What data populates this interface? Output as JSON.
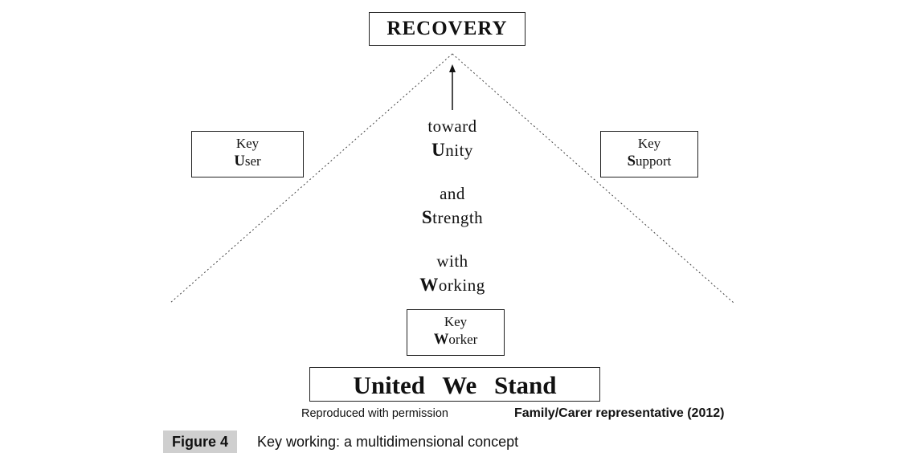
{
  "diagram": {
    "top_box": "RECOVERY",
    "left_box": {
      "line1": "Key",
      "initial": "U",
      "rest": "ser"
    },
    "right_box": {
      "line1": "Key",
      "initial": "S",
      "rest": "upport"
    },
    "bottom_box": {
      "line1": "Key",
      "initial": "W",
      "rest": "orker"
    },
    "phrases": [
      {
        "lead": "toward",
        "initial": "U",
        "rest": "nity"
      },
      {
        "lead": "and",
        "initial": "S",
        "rest": "trength"
      },
      {
        "lead": "with",
        "initial": "W",
        "rest": "orking"
      }
    ],
    "base_box": "United We Stand",
    "credit_left": "Reproduced with permission",
    "credit_right": "Family/Carer representative  (2012)"
  },
  "figure": {
    "label": "Figure 4",
    "caption": "Key working: a multidimensional concept"
  }
}
